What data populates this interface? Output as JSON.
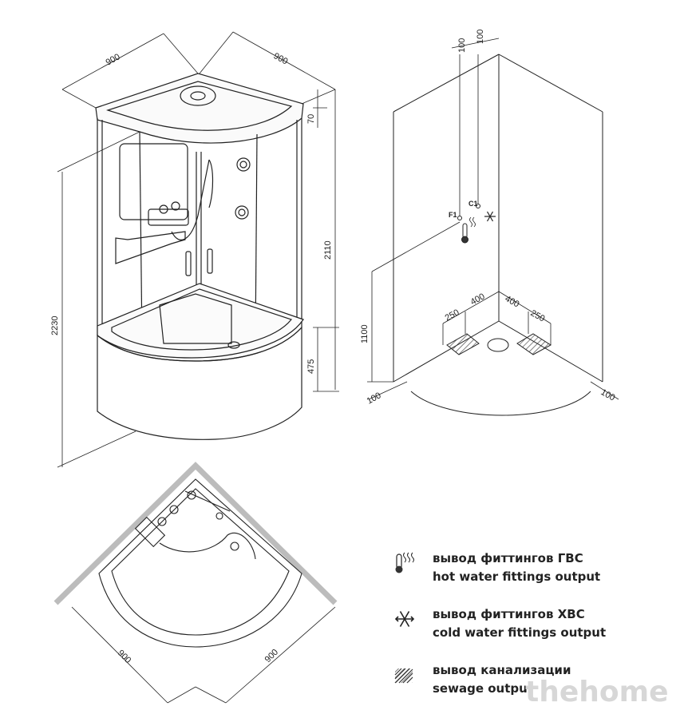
{
  "dimensions": {
    "cabin": {
      "width_left": "900",
      "width_right": "900",
      "total_height": "2230",
      "inner_height": "2110",
      "top_height": "70",
      "tray_height": "475"
    },
    "wall": {
      "offset_left_1": "100",
      "offset_left_2": "100",
      "height": "1100",
      "drain_left_250": "250",
      "drain_left_400": "400",
      "drain_right_400": "400",
      "drain_right_250": "250",
      "floor_left_100": "100",
      "floor_right_100": "100",
      "label_hot": "F1",
      "label_cold": "C1"
    },
    "plan": {
      "width_left": "900",
      "width_right": "900"
    }
  },
  "legend": [
    {
      "icon": "hot-water-icon",
      "line1": "вывод фиттингов ГВС",
      "line2": "hot water fittings output"
    },
    {
      "icon": "snowflake-icon",
      "line1": "вывод фиттингов ХВС",
      "line2": "cold water fittings output"
    },
    {
      "icon": "hatch-icon",
      "line1": "вывод канализации",
      "line2": "sewage output"
    }
  ],
  "watermark": "thehome"
}
